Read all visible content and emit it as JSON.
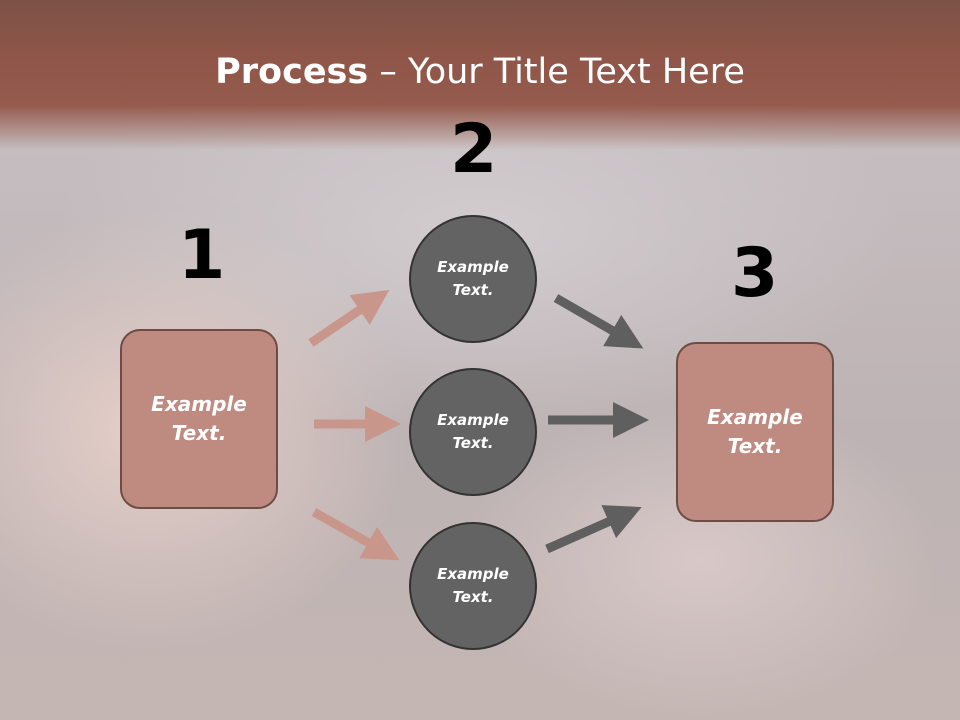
{
  "slide": {
    "title_bold": "Process",
    "title_rest": " – Your Title Text Here",
    "steps": [
      {
        "number": "1",
        "text": "Example Text."
      },
      {
        "number": "2",
        "items": [
          "Example Text.",
          "Example Text.",
          "Example Text."
        ]
      },
      {
        "number": "3",
        "text": "Example Text."
      }
    ]
  },
  "colors": {
    "header": "#8e5548",
    "box_fill": "#bf8b81",
    "box_border": "#6e4c44",
    "circle_fill": "#636363",
    "arrow_left": "#c8968a",
    "arrow_right": "#5f5f5f"
  }
}
